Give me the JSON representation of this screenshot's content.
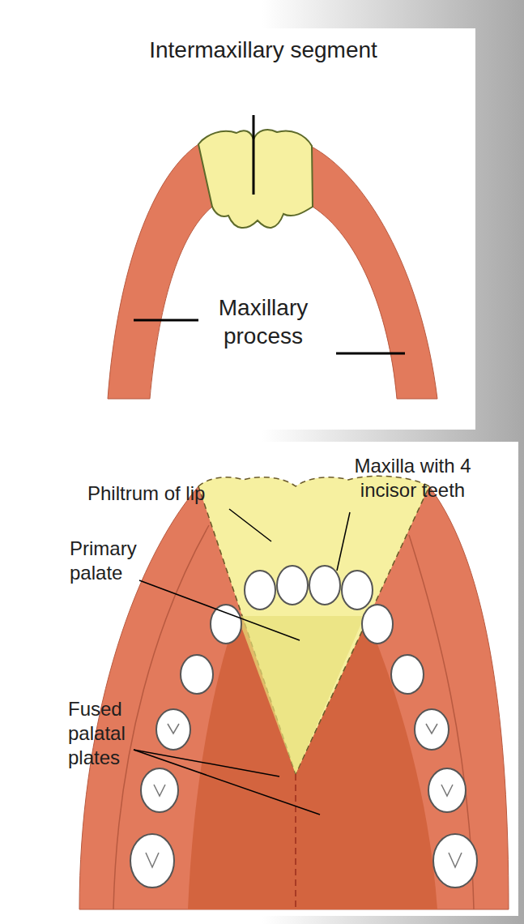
{
  "diagram": {
    "labels": [
      "Intermaxillary segment",
      "Maxillary process",
      "Philtrum of lip",
      "Maxilla with 4 incisor teeth",
      "Primary palate",
      "Fused palatal plates"
    ]
  }
}
